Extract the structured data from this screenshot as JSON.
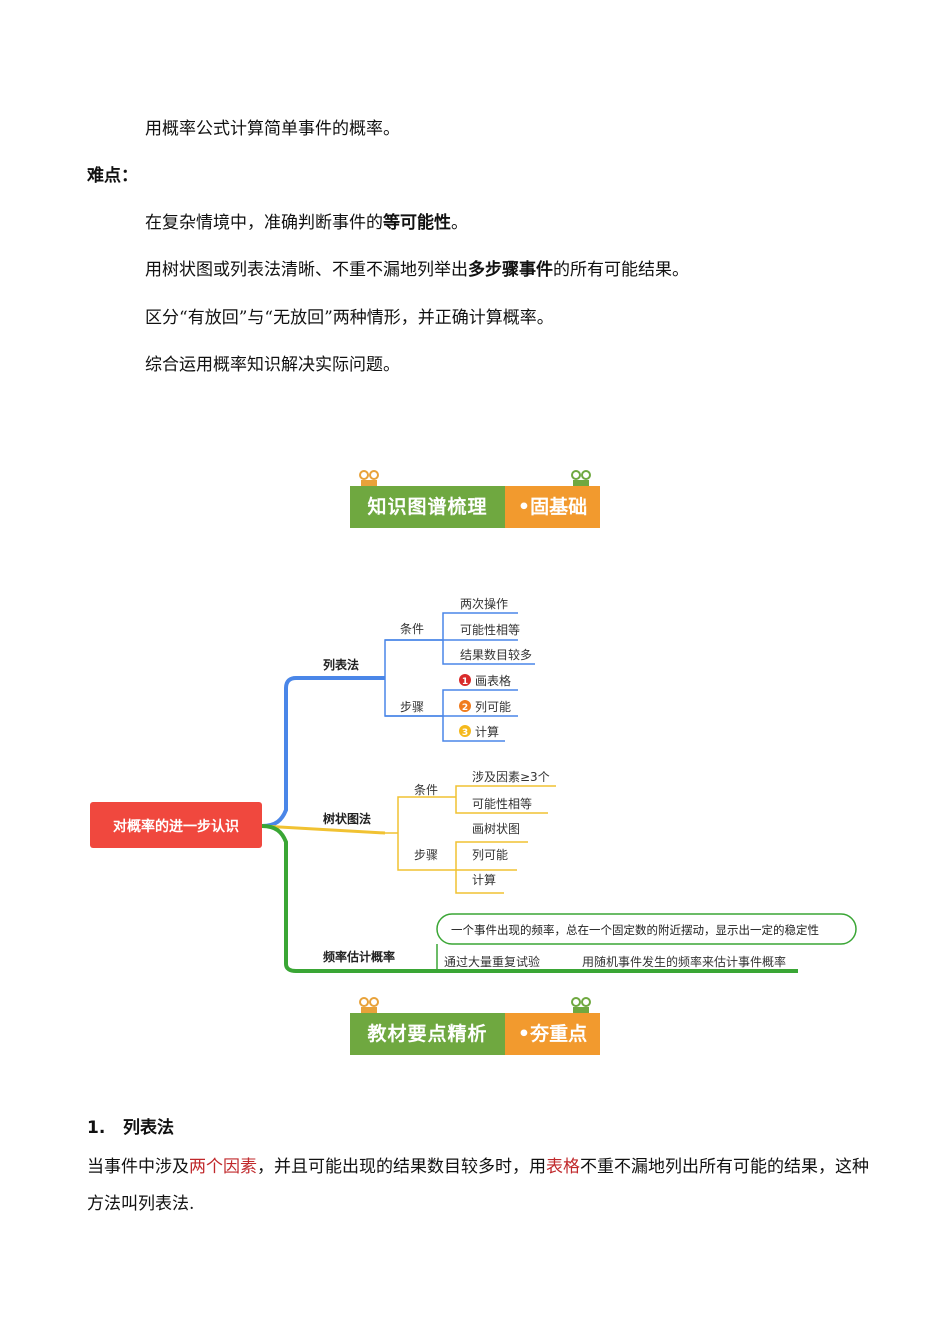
{
  "text": {
    "l1": "用概率公式计算简单事件的概率。",
    "nandian": "难点：",
    "l2a": "在复杂情境中，准确判断事件的",
    "l2b": "等可能性",
    "l2c": "。",
    "l3a": "用树状图或列表法清晰、不重不漏地列举出",
    "l3b": "多步骤事件",
    "l3c": "的所有可能结果。",
    "l4": "区分“有放回”与“无放回”两种情形，并正确计算概率。",
    "l5": "综合运用概率知识解决实际问题。"
  },
  "banners": {
    "b1_green": "知识图谱梳理",
    "b1_orange": "•固基础",
    "b2_green": "教材要点精析",
    "b2_orange": "•夯重点"
  },
  "mindmap": {
    "root": "对概率的进一步认识",
    "lbf": "列表法",
    "lbf_cond": "条件",
    "lbf_c1": "两次操作",
    "lbf_c2": "可能性相等",
    "lbf_c3": "结果数目较多",
    "lbf_step": "步骤",
    "lbf_s1": "画表格",
    "lbf_s2": "列可能",
    "lbf_s3": "计算",
    "n1": "1",
    "n2": "2",
    "n3": "3",
    "szt": "树状图法",
    "szt_cond": "条件",
    "szt_c1": "涉及因素≥3个",
    "szt_c2": "可能性相等",
    "szt_step": "步骤",
    "szt_s1": "画树状图",
    "szt_s2": "列可能",
    "szt_s3": "计算",
    "pl": "频率估计概率",
    "pl_bubble": "一个事件出现的频率，总在一个固定数的附近摆动，显示出一定的稳定性",
    "pl_a": "通过大量重复试验",
    "pl_b": "用随机事件发生的频率来估计事件概率"
  },
  "section1": {
    "heading": "1.   列表法",
    "p1a": "当事件中涉及",
    "p1b": "两个因素",
    "p1c": "，并且可能出现的结果数目较多时，用",
    "p1d": "表格",
    "p1e": "不重不漏地列出所有可能的结果，这种",
    "p2": "方法叫列表法."
  },
  "colors": {
    "blue": "#4a86e8",
    "yellow": "#f1c232",
    "green": "#3aa635",
    "root": "#f0483e",
    "banner_green": "#6fa840",
    "banner_orange": "#f29a2e"
  }
}
